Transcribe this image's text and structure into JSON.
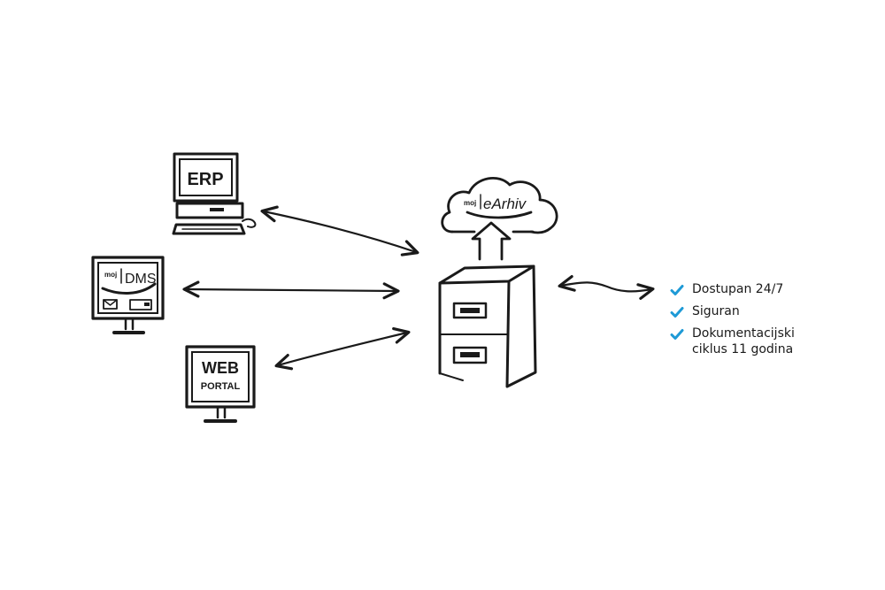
{
  "nodes": {
    "erp": {
      "label": "ERP"
    },
    "dms": {
      "brand_prefix": "moj",
      "label": "DMS"
    },
    "web_portal": {
      "line1": "WEB",
      "line2": "PORTAL"
    },
    "cloud": {
      "brand_prefix": "moj",
      "label": "eArhiv"
    }
  },
  "features": [
    {
      "label": "Dostupan 24/7"
    },
    {
      "label": "Siguran"
    },
    {
      "label": "Dokumentacijski\nciklus 11 godina"
    }
  ],
  "colors": {
    "ink": "#1a1a1a",
    "check": "#1e9ad6"
  },
  "icons": {
    "check": "checkmark-icon",
    "arrow": "double-arrow"
  }
}
